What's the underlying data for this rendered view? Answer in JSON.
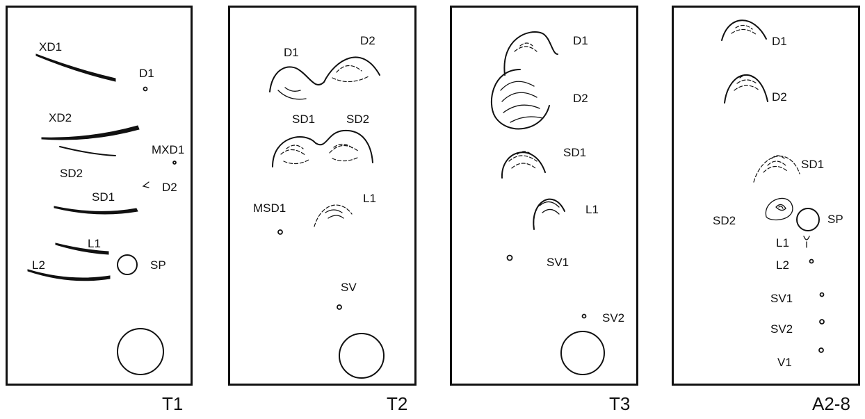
{
  "panels": [
    {
      "id": "T1",
      "label": "T1",
      "structures": [
        "XD1",
        "D1",
        "XD2",
        "MXD1",
        "SD2",
        "D2",
        "SD1",
        "L1",
        "SP",
        "L2"
      ]
    },
    {
      "id": "T2",
      "label": "T2",
      "structures": [
        "D1",
        "D2",
        "SD1",
        "SD2",
        "MSD1",
        "L1",
        "SV"
      ]
    },
    {
      "id": "T3",
      "label": "T3",
      "structures": [
        "D1",
        "D2",
        "SD1",
        "L1",
        "SV1",
        "SV2"
      ]
    },
    {
      "id": "A2-8",
      "label": "A2-8",
      "structures": [
        "D1",
        "D2",
        "SD1",
        "SD2",
        "SP",
        "L1",
        "L2",
        "SV1",
        "SV2",
        "V1"
      ]
    }
  ]
}
